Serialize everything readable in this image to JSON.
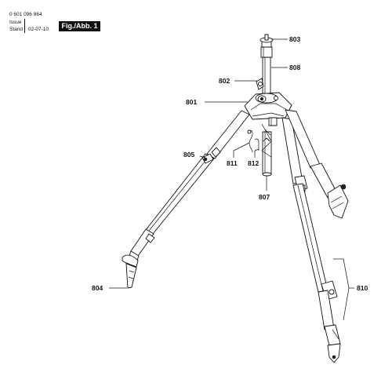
{
  "header": {
    "part_number": "0 601 096 964",
    "issue_label": "Issue",
    "issue_value": "",
    "stand_label": "Stand",
    "stand_value": "02-07-10",
    "figure_badge": "Fig./Abb. 1"
  },
  "parts": {
    "p803": "803",
    "p808": "808",
    "p802": "802",
    "p801": "801",
    "p805": "805",
    "p811": "811",
    "p812": "812",
    "p807": "807",
    "p804": "804",
    "p810": "810"
  },
  "colors": {
    "line": "#111111",
    "background": "#ffffff",
    "badge_background": "#111111",
    "badge_text": "#ffffff"
  }
}
